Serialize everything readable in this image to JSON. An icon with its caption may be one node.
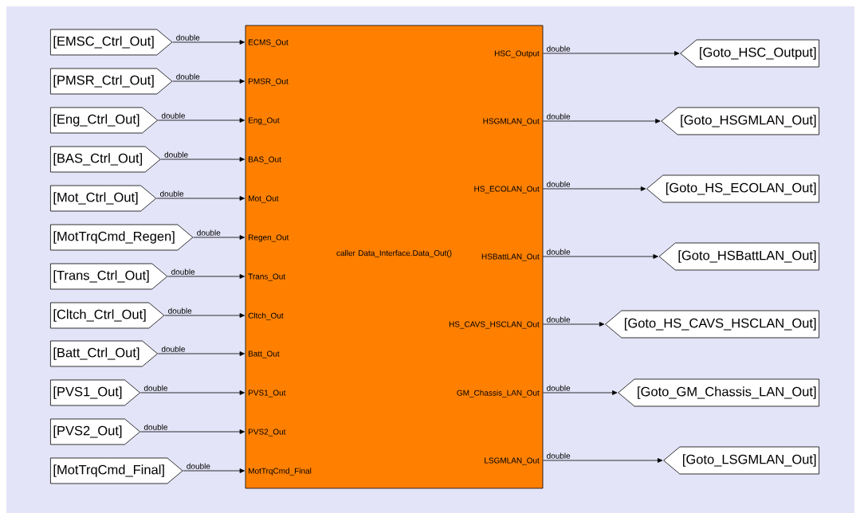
{
  "diagram": {
    "nodes": [
      {
        "text": [
          "[EMSC_Ctrl_Out]"
        ]
      },
      {
        "text": [
          "[PMSR_Ctrl_Out]"
        ]
      },
      {
        "text": [
          "[Eng_Ctrl_Out]"
        ]
      },
      {
        "text": [
          "[BAS_Ctrl_Out]"
        ]
      },
      {
        "text": [
          "[Mot_Ctrl_Out]"
        ]
      },
      {
        "text": [
          "[MotTrqCmd_Regen]"
        ]
      },
      {
        "text": [
          "[Trans_Ctrl_Out]"
        ]
      },
      {
        "text": [
          "[Cltch_Ctrl_Out]"
        ]
      },
      {
        "text": [
          "[Batt_Ctrl_Out]"
        ]
      },
      {
        "text": [
          "[PVS1_Out]"
        ]
      },
      {
        "text": [
          "[PVS2_Out]"
        ]
      },
      {
        "text": [
          "[MotTrqCmd_Final]"
        ]
      },
      {
        "text": [
          "caller Data_Interface.Data_Out()",
          "ECMS_Out",
          "PMSR_Out",
          "Eng_Out",
          "BAS_Out",
          "Mot_Out",
          "Regen_Out",
          "Trans_Out",
          "Cltch_Out",
          "Batt_Out",
          "PVS1_Out",
          "PVS2_Out",
          "MotTrqCmd_Final",
          "HSC_Output",
          "HSGMLAN_Out",
          "HS_ECOLAN_Out",
          "HSBattLAN_Out",
          "HS_CAVS_HSCLAN_Out",
          "GM_Chassis_LAN_Out",
          "LSGMLAN_Out"
        ]
      },
      {
        "text": [
          "[Goto_HSC_Output]"
        ]
      },
      {
        "text": [
          "[Goto_HSGMLAN_Out]"
        ]
      },
      {
        "text": [
          "[Goto_HS_ECOLAN_Out]"
        ]
      },
      {
        "text": [
          "[Goto_HSBattLAN_Out]"
        ]
      },
      {
        "text": [
          "[Goto_HS_CAVS_HSCLAN_Out]"
        ]
      },
      {
        "text": [
          "[Goto_GM_Chassis_LAN_Out]"
        ]
      },
      {
        "text": [
          "[Goto_LSGMLAN_Out]"
        ]
      }
    ],
    "edges": [
      {
        "from": 0,
        "to": 12,
        "arrow": "to",
        "label": "double"
      },
      {
        "from": 1,
        "to": 12,
        "arrow": "to",
        "label": "double"
      },
      {
        "from": 2,
        "to": 12,
        "arrow": "to",
        "label": "double"
      },
      {
        "from": 3,
        "to": 12,
        "arrow": "to",
        "label": "double"
      },
      {
        "from": 4,
        "to": 12,
        "arrow": "to",
        "label": "double"
      },
      {
        "from": 5,
        "to": 12,
        "arrow": "to",
        "label": "double"
      },
      {
        "from": 6,
        "to": 12,
        "arrow": "to",
        "label": "double"
      },
      {
        "from": 7,
        "to": 12,
        "arrow": "to",
        "label": "double"
      },
      {
        "from": 8,
        "to": 12,
        "arrow": "to",
        "label": "double"
      },
      {
        "from": 9,
        "to": 12,
        "arrow": "to",
        "label": "double"
      },
      {
        "from": 10,
        "to": 12,
        "arrow": "to",
        "label": "double"
      },
      {
        "from": 11,
        "to": 12,
        "arrow": "to",
        "label": "double"
      },
      {
        "from": 12,
        "to": 13,
        "arrow": "to",
        "label": "double"
      },
      {
        "from": 12,
        "to": 14,
        "arrow": "to",
        "label": "double"
      },
      {
        "from": 12,
        "to": 15,
        "arrow": "to",
        "label": "double"
      },
      {
        "from": 12,
        "to": 16,
        "arrow": "to",
        "label": "double"
      },
      {
        "from": 12,
        "to": 17,
        "arrow": "to",
        "label": "double"
      },
      {
        "from": 12,
        "to": 18,
        "arrow": "to",
        "label": "double"
      },
      {
        "from": 12,
        "to": 19,
        "arrow": "to",
        "label": "double"
      }
    ]
  }
}
